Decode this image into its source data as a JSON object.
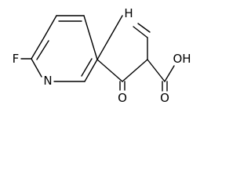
{
  "molecule": {
    "atoms": {
      "nh": "H",
      "n_ring": "N",
      "fluorine": "F",
      "oxygen_ketone": "O",
      "oh": "OH",
      "oxygen_acid": "O"
    },
    "colors": {
      "bond": "#000000",
      "label": "#000000",
      "background": "#ffffff"
    }
  }
}
